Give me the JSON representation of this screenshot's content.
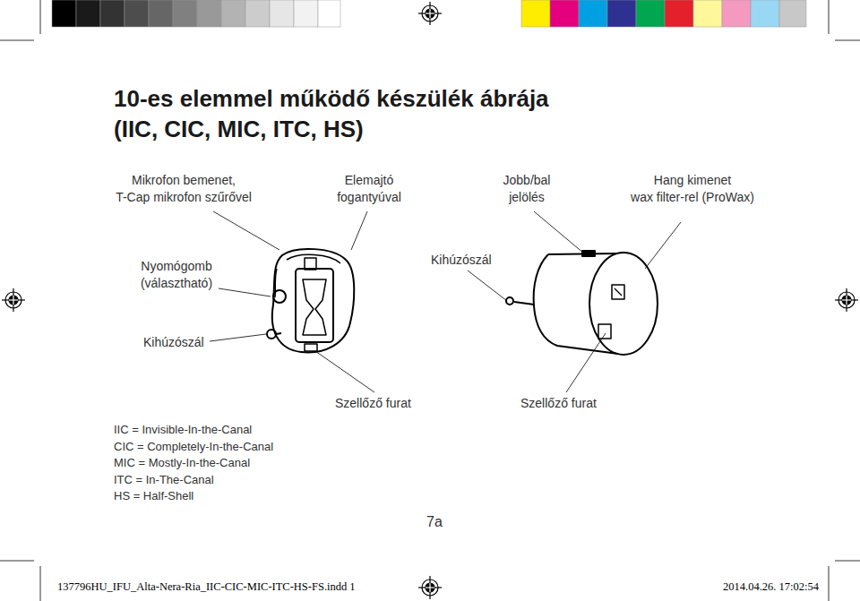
{
  "diagram": {
    "title": "10-es elemmel működő készülék ábrája (IIC, CIC, MIC, ITC, HS)",
    "labels": [
      "Mikrofon bemenet, T-Cap mikrofon szűrővel",
      "Elemajtó fogantyúval",
      "Jobb/bal jelölés",
      "Hang kimenet wax filter-rel (ProWax)",
      "Nyomógomb (választható)",
      "Kihúzószál",
      "Kihúzószál",
      "Szellőző furat",
      "Szellőző furat",
      "IIC = Invisible-In-the-Canal",
      "CIC = Completely-In-the-Canal",
      "MIC = Mostly-In-the-Canal",
      "ITC = In-The-Canal",
      "HS = Half-Shell",
      "7a",
      "137796HU_IFU_Alta-Nera-Ria_IIC-CIC-MIC-ITC-HS-FS.indd 1",
      "2014.04.26. 17:02:54"
    ]
  }
}
